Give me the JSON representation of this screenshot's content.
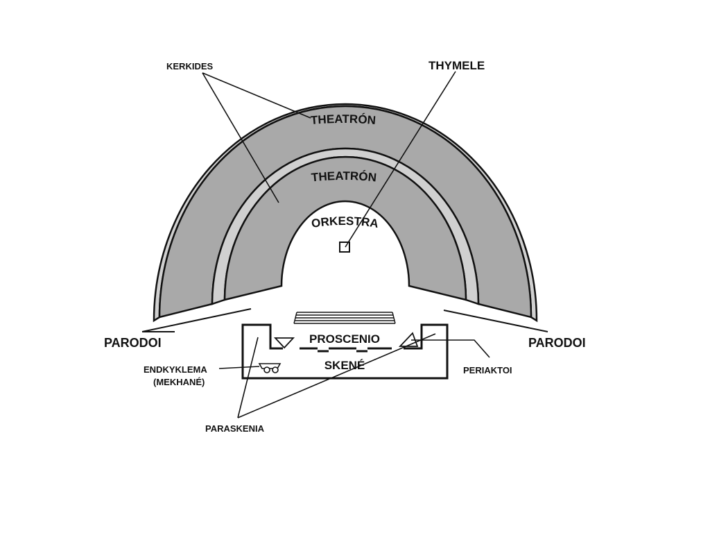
{
  "diagram": {
    "labels": {
      "kerkides": "KERKIDES",
      "thymele": "THYMELE",
      "theatron_outer": "THEATRÓN",
      "theatron_inner": "THEATRÓN",
      "orkestra": "ORKESTRA",
      "parodoi_left": "PARODOI",
      "parodoi_right": "PARODOI",
      "proscenio": "PROSCENIO",
      "skene": "SKENÉ",
      "endkyklema": "ENDKYKLEMA",
      "mekhane": "(MEKHANÉ)",
      "periaktoi": "PERIAKTOI",
      "paraskenia": "PARASKENIA"
    },
    "colors": {
      "seating_fill": "#a9a9a9",
      "aisle_fill": "#d0d0d0",
      "outline": "#111111",
      "background": "#ffffff"
    }
  }
}
